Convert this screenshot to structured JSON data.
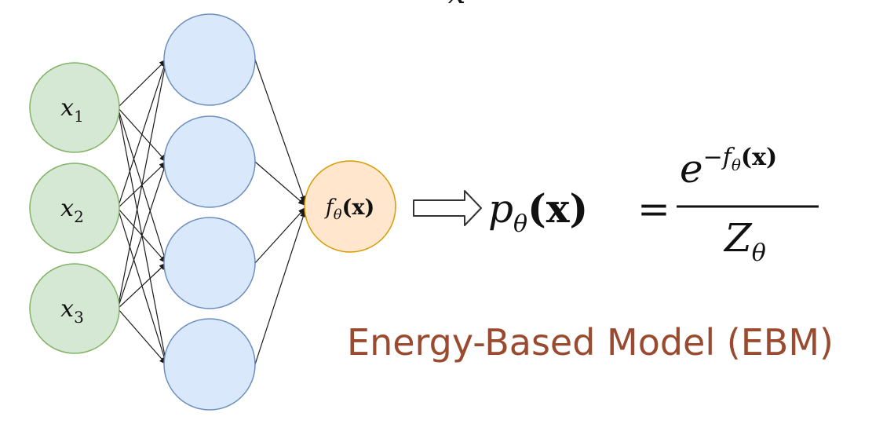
{
  "top_cutoff_symbol": "x",
  "colors": {
    "input_fill": "#d5e8d4",
    "input_stroke": "#82b366",
    "hidden_fill": "#dae8fc",
    "hidden_stroke": "#6c8ebf",
    "output_fill": "#ffe6cc",
    "output_stroke": "#d79b00",
    "caption": "#9a4a2f",
    "edges": "#1a1a1a"
  },
  "inputs": [
    {
      "base": "x",
      "sub": "1"
    },
    {
      "base": "x",
      "sub": "2"
    },
    {
      "base": "x",
      "sub": "3"
    }
  ],
  "hidden_count": 4,
  "output": {
    "f": "f",
    "theta": "θ",
    "arg": "(x)"
  },
  "equation": {
    "lhs_p": "p",
    "lhs_theta": "θ",
    "lhs_arg": "(x)",
    "equals": "=",
    "num_base": "e",
    "num_exp_minus": "−",
    "num_exp_f": "f",
    "num_exp_theta": "θ",
    "num_exp_arg": "(x)",
    "den_Z": "Z",
    "den_theta": "θ"
  },
  "caption": "Energy-Based Model (EBM)"
}
